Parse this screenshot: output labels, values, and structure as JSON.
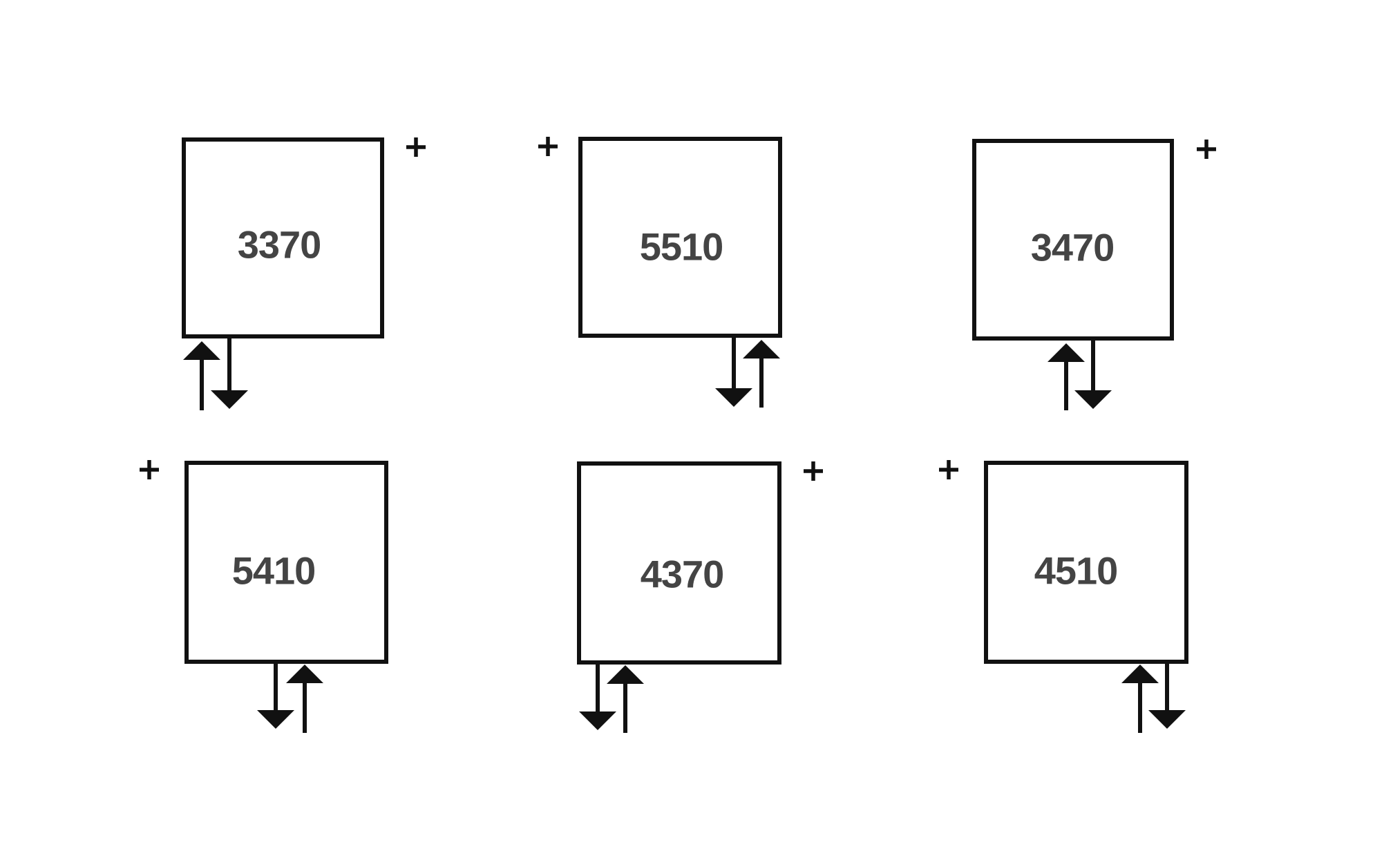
{
  "units": [
    {
      "id": "unit-3370",
      "label": "3370",
      "plus_side": "right",
      "arrow_side": "left",
      "first_arrow": "up"
    },
    {
      "id": "unit-5510",
      "label": "5510",
      "plus_side": "left",
      "arrow_side": "right",
      "first_arrow": "down"
    },
    {
      "id": "unit-3470",
      "label": "3470",
      "plus_side": "right",
      "arrow_side": "center",
      "first_arrow": "up"
    },
    {
      "id": "unit-5410",
      "label": "5410",
      "plus_side": "left",
      "arrow_side": "center",
      "first_arrow": "down"
    },
    {
      "id": "unit-4370",
      "label": "4370",
      "plus_side": "right",
      "arrow_side": "left",
      "first_arrow": "down"
    },
    {
      "id": "unit-4510",
      "label": "4510",
      "plus_side": "left",
      "arrow_side": "right",
      "first_arrow": "up"
    }
  ],
  "colors": {
    "line": "#111111",
    "label_text": "#444444",
    "background": "#ffffff"
  }
}
